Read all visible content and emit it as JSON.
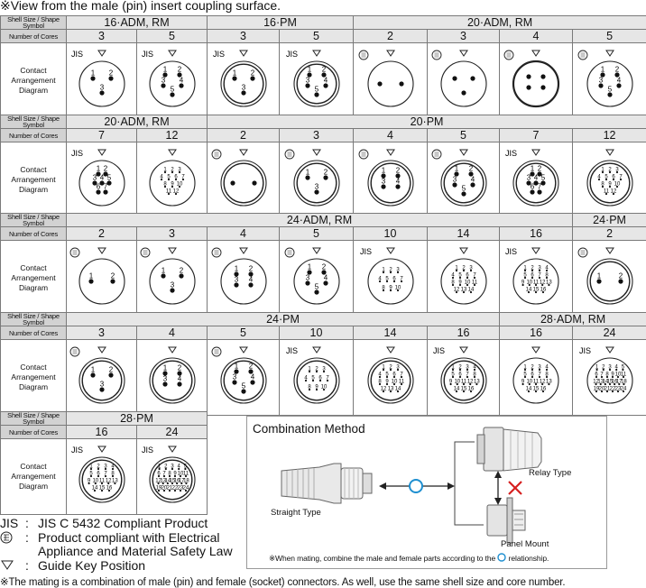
{
  "header_note": "※View from the male (pin) insert coupling surface.",
  "labels": {
    "shell": "Shell Size / Shape Symbol",
    "cores": "Number of Cores",
    "contact": "Contact Arrangement Diagram"
  },
  "sections": [
    {
      "shells": [
        {
          "name": "16·ADM, RM",
          "span": 2
        },
        {
          "name": "16·PM",
          "span": 2
        },
        {
          "name": "20·ADM, RM",
          "span": 4
        }
      ],
      "cores": [
        "3",
        "5",
        "3",
        "5",
        "2",
        "3",
        "4",
        "5"
      ],
      "badges": [
        "JIS",
        "JIS",
        "JIS",
        "JIS",
        "PSE",
        "PSE",
        "PSE",
        "PSE"
      ],
      "pins": [
        [
          "1",
          "2",
          "3"
        ],
        [
          "1",
          "2",
          "3",
          "4",
          "5"
        ],
        [
          "1",
          "2",
          "3"
        ],
        [
          "1",
          "2",
          "3",
          "4",
          "5"
        ],
        [],
        [],
        [],
        [
          "1",
          "2",
          "3",
          "4",
          "5"
        ]
      ]
    },
    {
      "shells": [
        {
          "name": "20·ADM, RM",
          "span": 2
        },
        {
          "name": "20·PM",
          "span": 6
        }
      ],
      "cores": [
        "7",
        "12",
        "2",
        "3",
        "4",
        "5",
        "7",
        "12"
      ],
      "badges": [
        "JIS",
        "",
        "PSE",
        "PSE",
        "PSE",
        "PSE",
        "JIS",
        ""
      ],
      "pins": [
        [
          "1",
          "2",
          "3",
          "4",
          "5",
          "6",
          "7"
        ],
        [
          "1",
          "2",
          "3",
          "4",
          "5",
          "6",
          "7",
          "8",
          "9",
          "10",
          "11",
          "12"
        ],
        [],
        [
          "1",
          "2",
          "3"
        ],
        [
          "1",
          "2",
          "3",
          "4"
        ],
        [
          "1",
          "2",
          "3",
          "4",
          "5"
        ],
        [
          "1",
          "2",
          "3",
          "4",
          "5",
          "6",
          "7"
        ],
        [
          "1",
          "2",
          "3",
          "4",
          "5",
          "6",
          "7",
          "8",
          "9",
          "10",
          "11",
          "12"
        ]
      ]
    },
    {
      "shells": [
        {
          "name": "24·ADM, RM",
          "span": 7
        },
        {
          "name": "24·PM",
          "span": 1
        }
      ],
      "cores": [
        "2",
        "3",
        "4",
        "5",
        "10",
        "14",
        "16",
        "2"
      ],
      "badges": [
        "PSE",
        "PSE",
        "PSE",
        "PSE",
        "JIS",
        "",
        "JIS",
        "PSE"
      ],
      "pins": [
        [
          "1",
          "2"
        ],
        [
          "1",
          "2",
          "3"
        ],
        [
          "1",
          "2",
          "3",
          "4"
        ],
        [
          "1",
          "2",
          "3",
          "4",
          "5"
        ],
        [
          "1",
          "2",
          "3",
          "4",
          "5",
          "6",
          "7",
          "8",
          "9",
          "10"
        ],
        [
          "1",
          "2",
          "3",
          "4",
          "5",
          "6",
          "7",
          "8",
          "9",
          "10",
          "11",
          "12",
          "13",
          "14"
        ],
        [
          "1",
          "2",
          "3",
          "4",
          "5",
          "6",
          "7",
          "8",
          "9",
          "10",
          "11",
          "12",
          "13",
          "14",
          "15",
          "16"
        ],
        [
          "1",
          "2"
        ]
      ]
    },
    {
      "shells": [
        {
          "name": "24·PM",
          "span": 6
        },
        {
          "name": "28·ADM, RM",
          "span": 2
        }
      ],
      "cores": [
        "3",
        "4",
        "5",
        "10",
        "14",
        "16",
        "16",
        "24"
      ],
      "badges": [
        "PSE",
        "",
        "PSE",
        "JIS",
        "",
        "JIS",
        "",
        "JIS"
      ],
      "pins": [
        [
          "1",
          "2",
          "3"
        ],
        [
          "1",
          "2",
          "3",
          "4"
        ],
        [
          "1",
          "2",
          "3",
          "4",
          "5"
        ],
        [
          "1",
          "2",
          "3",
          "4",
          "5",
          "6",
          "7",
          "8",
          "9",
          "10"
        ],
        [
          "1",
          "2",
          "3",
          "4",
          "5",
          "6",
          "7",
          "8",
          "9",
          "10",
          "11",
          "12",
          "13",
          "14"
        ],
        [
          "1",
          "2",
          "3",
          "4",
          "5",
          "6",
          "7",
          "8",
          "9",
          "10",
          "11",
          "12",
          "13",
          "14",
          "15",
          "16"
        ],
        [
          "1",
          "2",
          "3",
          "4",
          "5",
          "6",
          "7",
          "8",
          "9",
          "10",
          "11",
          "12",
          "13",
          "14",
          "15",
          "16"
        ],
        [
          "1",
          "2",
          "3",
          "4",
          "5",
          "6",
          "7",
          "8",
          "9",
          "10",
          "11",
          "12",
          "13",
          "14",
          "15",
          "16",
          "17",
          "18",
          "19",
          "20",
          "21",
          "22",
          "23",
          "24"
        ]
      ]
    },
    {
      "shells": [
        {
          "name": "28·PM",
          "span": 2
        }
      ],
      "cores": [
        "16",
        "24"
      ],
      "badges": [
        "JIS",
        "JIS"
      ],
      "pins": [
        [
          "1",
          "2",
          "3",
          "4",
          "5",
          "6",
          "7",
          "8",
          "9",
          "10",
          "11",
          "12",
          "13",
          "14",
          "15",
          "16"
        ],
        [
          "1",
          "2",
          "3",
          "4",
          "5",
          "6",
          "7",
          "8",
          "9",
          "10",
          "11",
          "12",
          "13",
          "14",
          "15",
          "16",
          "17",
          "18",
          "19",
          "20",
          "21",
          "22",
          "23",
          "24"
        ]
      ]
    }
  ],
  "legend": {
    "jis_key": "JIS",
    "jis_text": "JIS C 5432 Compliant Product",
    "pse_text_1": "Product compliant with Electrical",
    "pse_text_2": "Appliance and Material Safety Law",
    "guide_text": "Guide Key Position",
    "colon": ":"
  },
  "combination": {
    "title": "Combination Method",
    "straight": "Straight Type",
    "relay": "Relay Type",
    "panel": "Panel Mount",
    "note_before": "※When mating, combine the male and female parts according to the",
    "note_after": "relationship.",
    "ok_color": "#1e8fd0",
    "ng_color": "#d61f1f"
  },
  "bottom_note": "※The mating is a combination of male (pin) and female (socket) connectors. As well, use the same shell size and core number."
}
